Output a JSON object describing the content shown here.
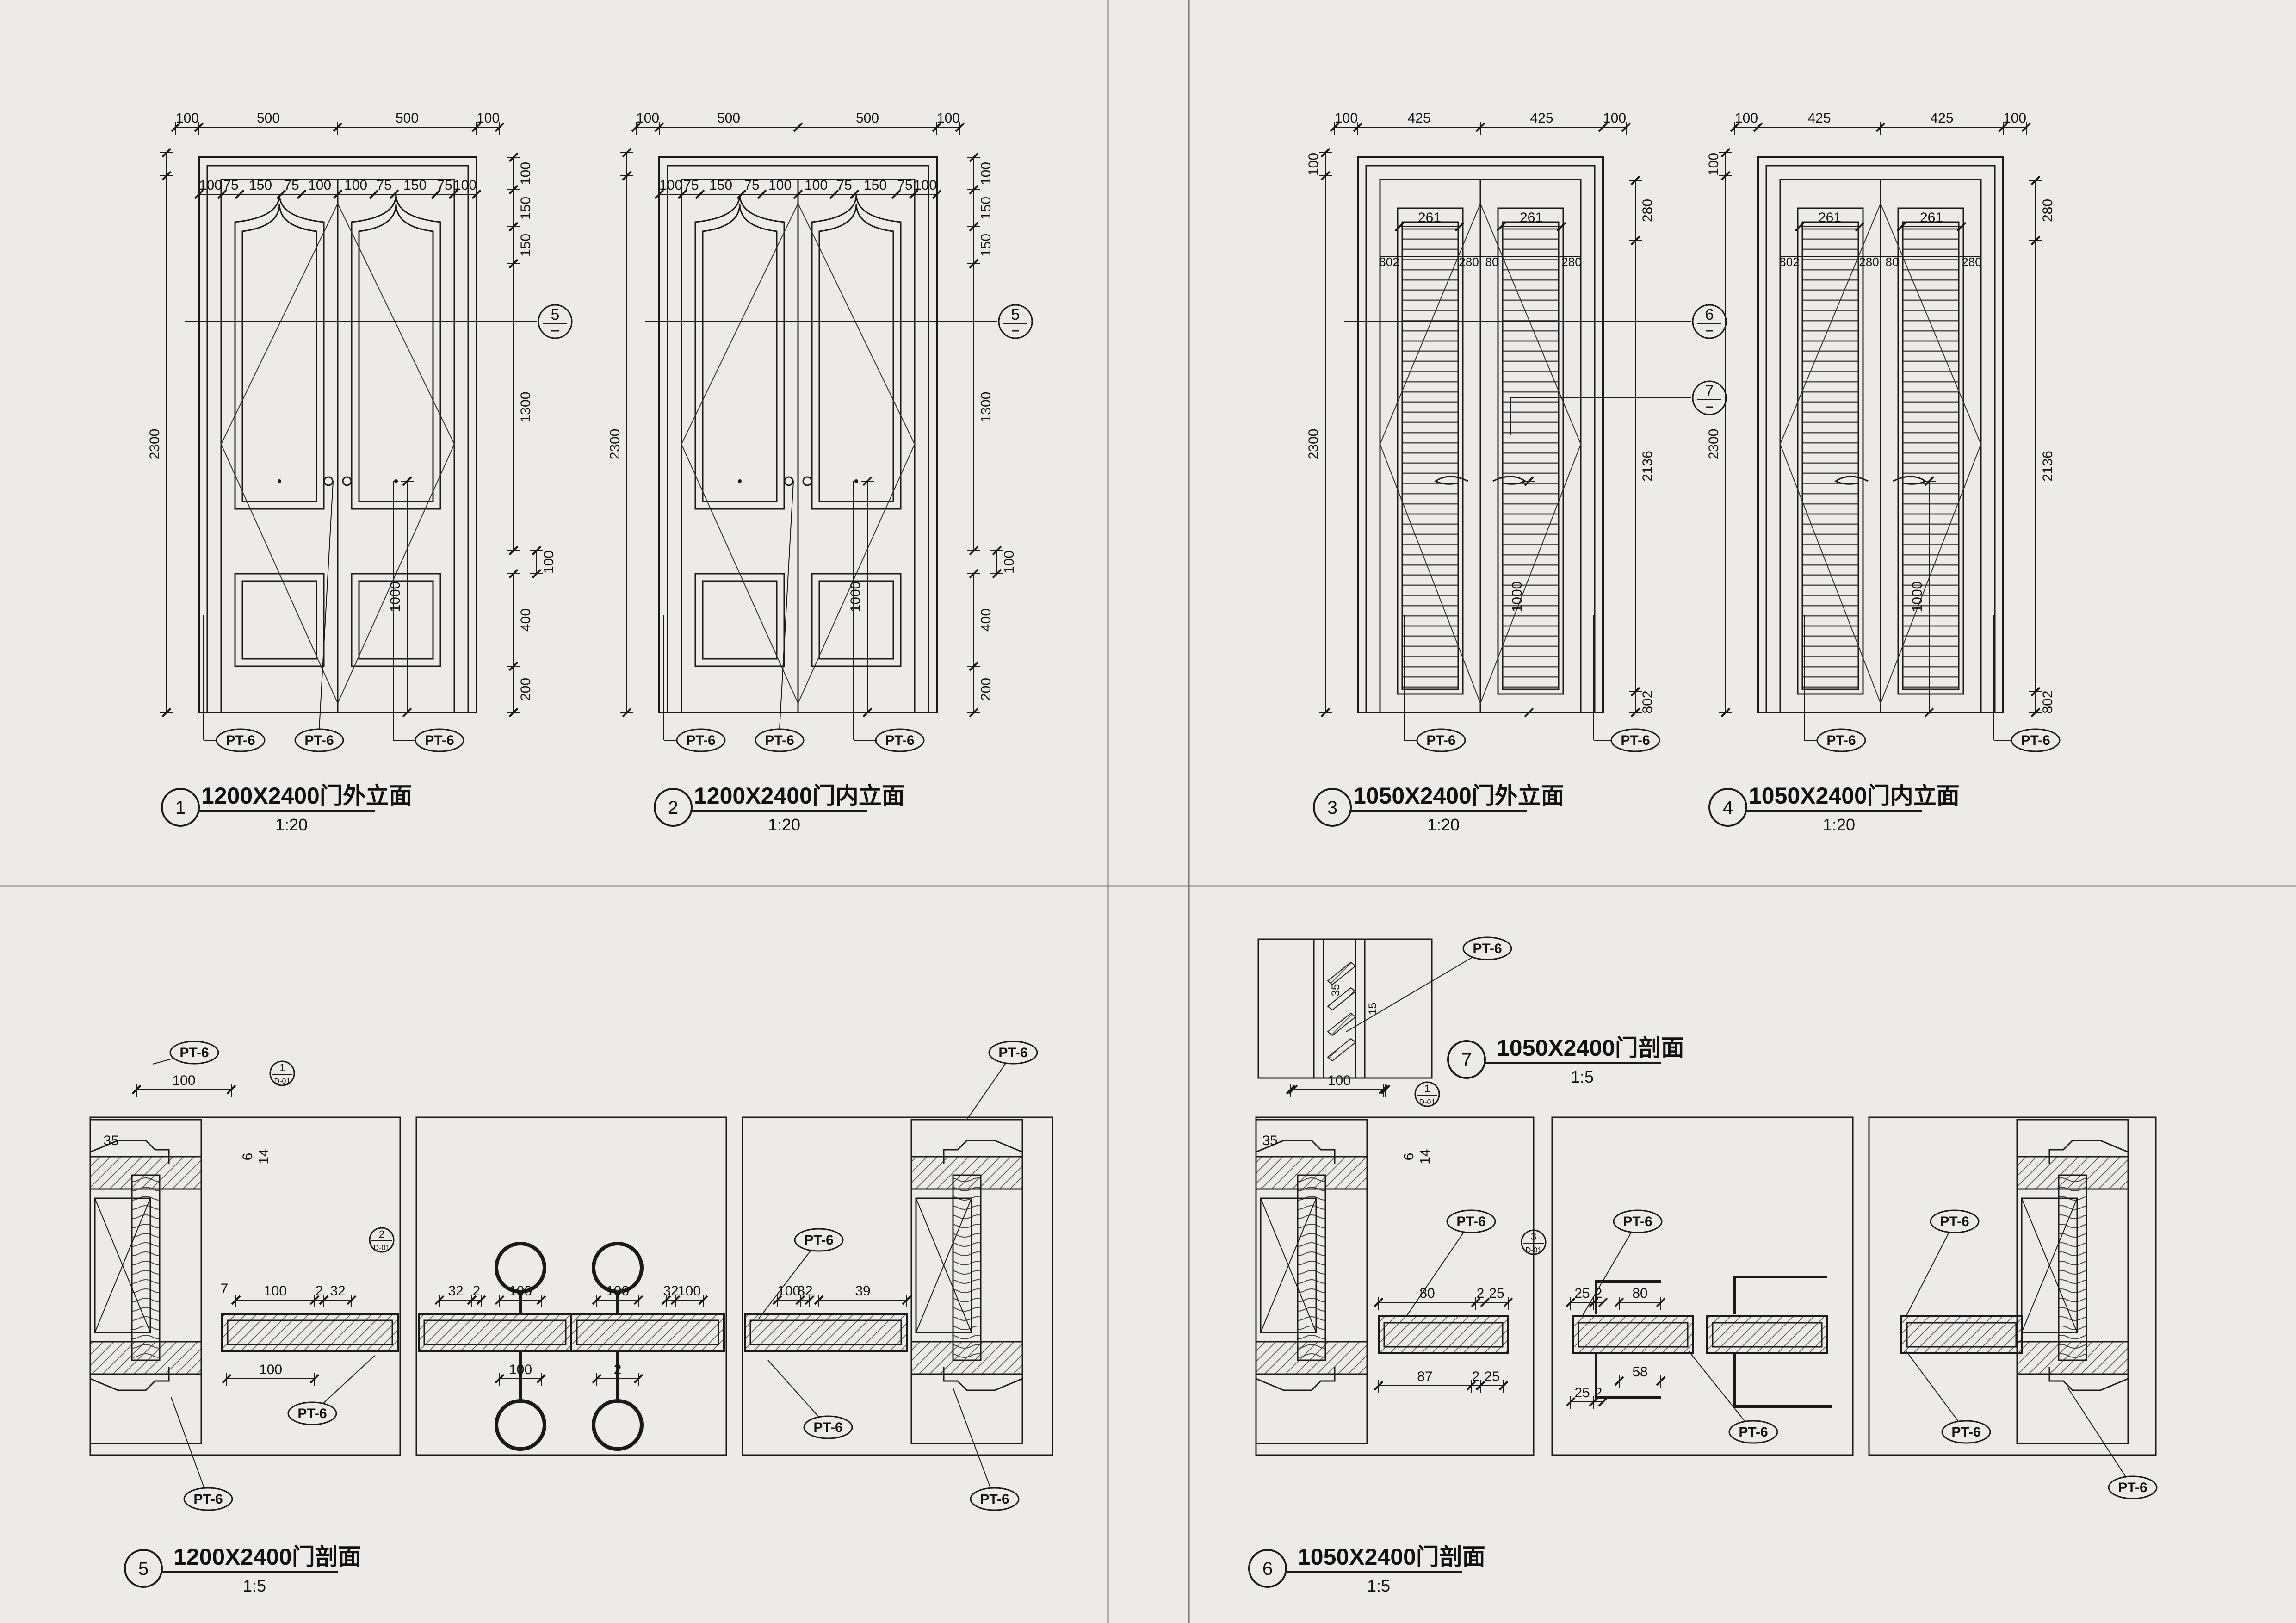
{
  "drawings": [
    {
      "id": "1",
      "title": "1200X2400门外立面",
      "scale": "1:20"
    },
    {
      "id": "2",
      "title": "1200X2400门内立面",
      "scale": "1:20"
    },
    {
      "id": "3",
      "title": "1050X2400门外立面",
      "scale": "1:20"
    },
    {
      "id": "4",
      "title": "1050X2400门内立面",
      "scale": "1:20"
    },
    {
      "id": "5",
      "title": "1200X2400门剖面",
      "scale": "1:5"
    },
    {
      "id": "6",
      "title": "1050X2400门剖面",
      "scale": "1:5"
    },
    {
      "id": "7",
      "title": "1050X2400门剖面",
      "scale": "1:5"
    }
  ],
  "tag": "PT-6",
  "door1200": {
    "top_dims": [
      "100",
      "500",
      "500",
      "100"
    ],
    "inner_dims": [
      "100",
      "75",
      "150",
      "75",
      "100",
      "100",
      "75",
      "150",
      "75",
      "100"
    ],
    "right_dims": [
      "100",
      "150",
      "150",
      "1300",
      "100",
      "400",
      "200"
    ],
    "height": "2300",
    "handle": "1000",
    "callout": "5"
  },
  "door1050": {
    "top_dims": [
      "100",
      "425",
      "425",
      "100"
    ],
    "inner_dims": [
      "261",
      "261"
    ],
    "side_dims": [
      "802",
      "280",
      "80",
      "280"
    ],
    "right_dims": [
      "280",
      "2136",
      "802"
    ],
    "left_dims": [
      "100",
      "2300"
    ],
    "handle": "1000",
    "callouts": [
      "6",
      "7"
    ]
  },
  "section5": {
    "dims": [
      "100",
      "35",
      "6",
      "14",
      "7",
      "100",
      "2",
      "32",
      "100",
      "6",
      "32",
      "2",
      "100",
      "100",
      "2",
      "32",
      "100",
      "100",
      "2",
      "32",
      "100",
      "39"
    ],
    "refs": [
      {
        "num": "1",
        "sheet": "D-01"
      },
      {
        "num": "2",
        "sheet": "D-01"
      }
    ]
  },
  "section6": {
    "dims": [
      "100",
      "35",
      "6",
      "14",
      "80",
      "2",
      "25",
      "87",
      "2",
      "25",
      "25",
      "2",
      "80",
      "58",
      "25",
      "2"
    ],
    "refs": [
      {
        "num": "1",
        "sheet": "D-01"
      },
      {
        "num": "3",
        "sheet": "D-01"
      }
    ]
  },
  "detail7": {
    "dims": [
      "35",
      "15"
    ]
  }
}
